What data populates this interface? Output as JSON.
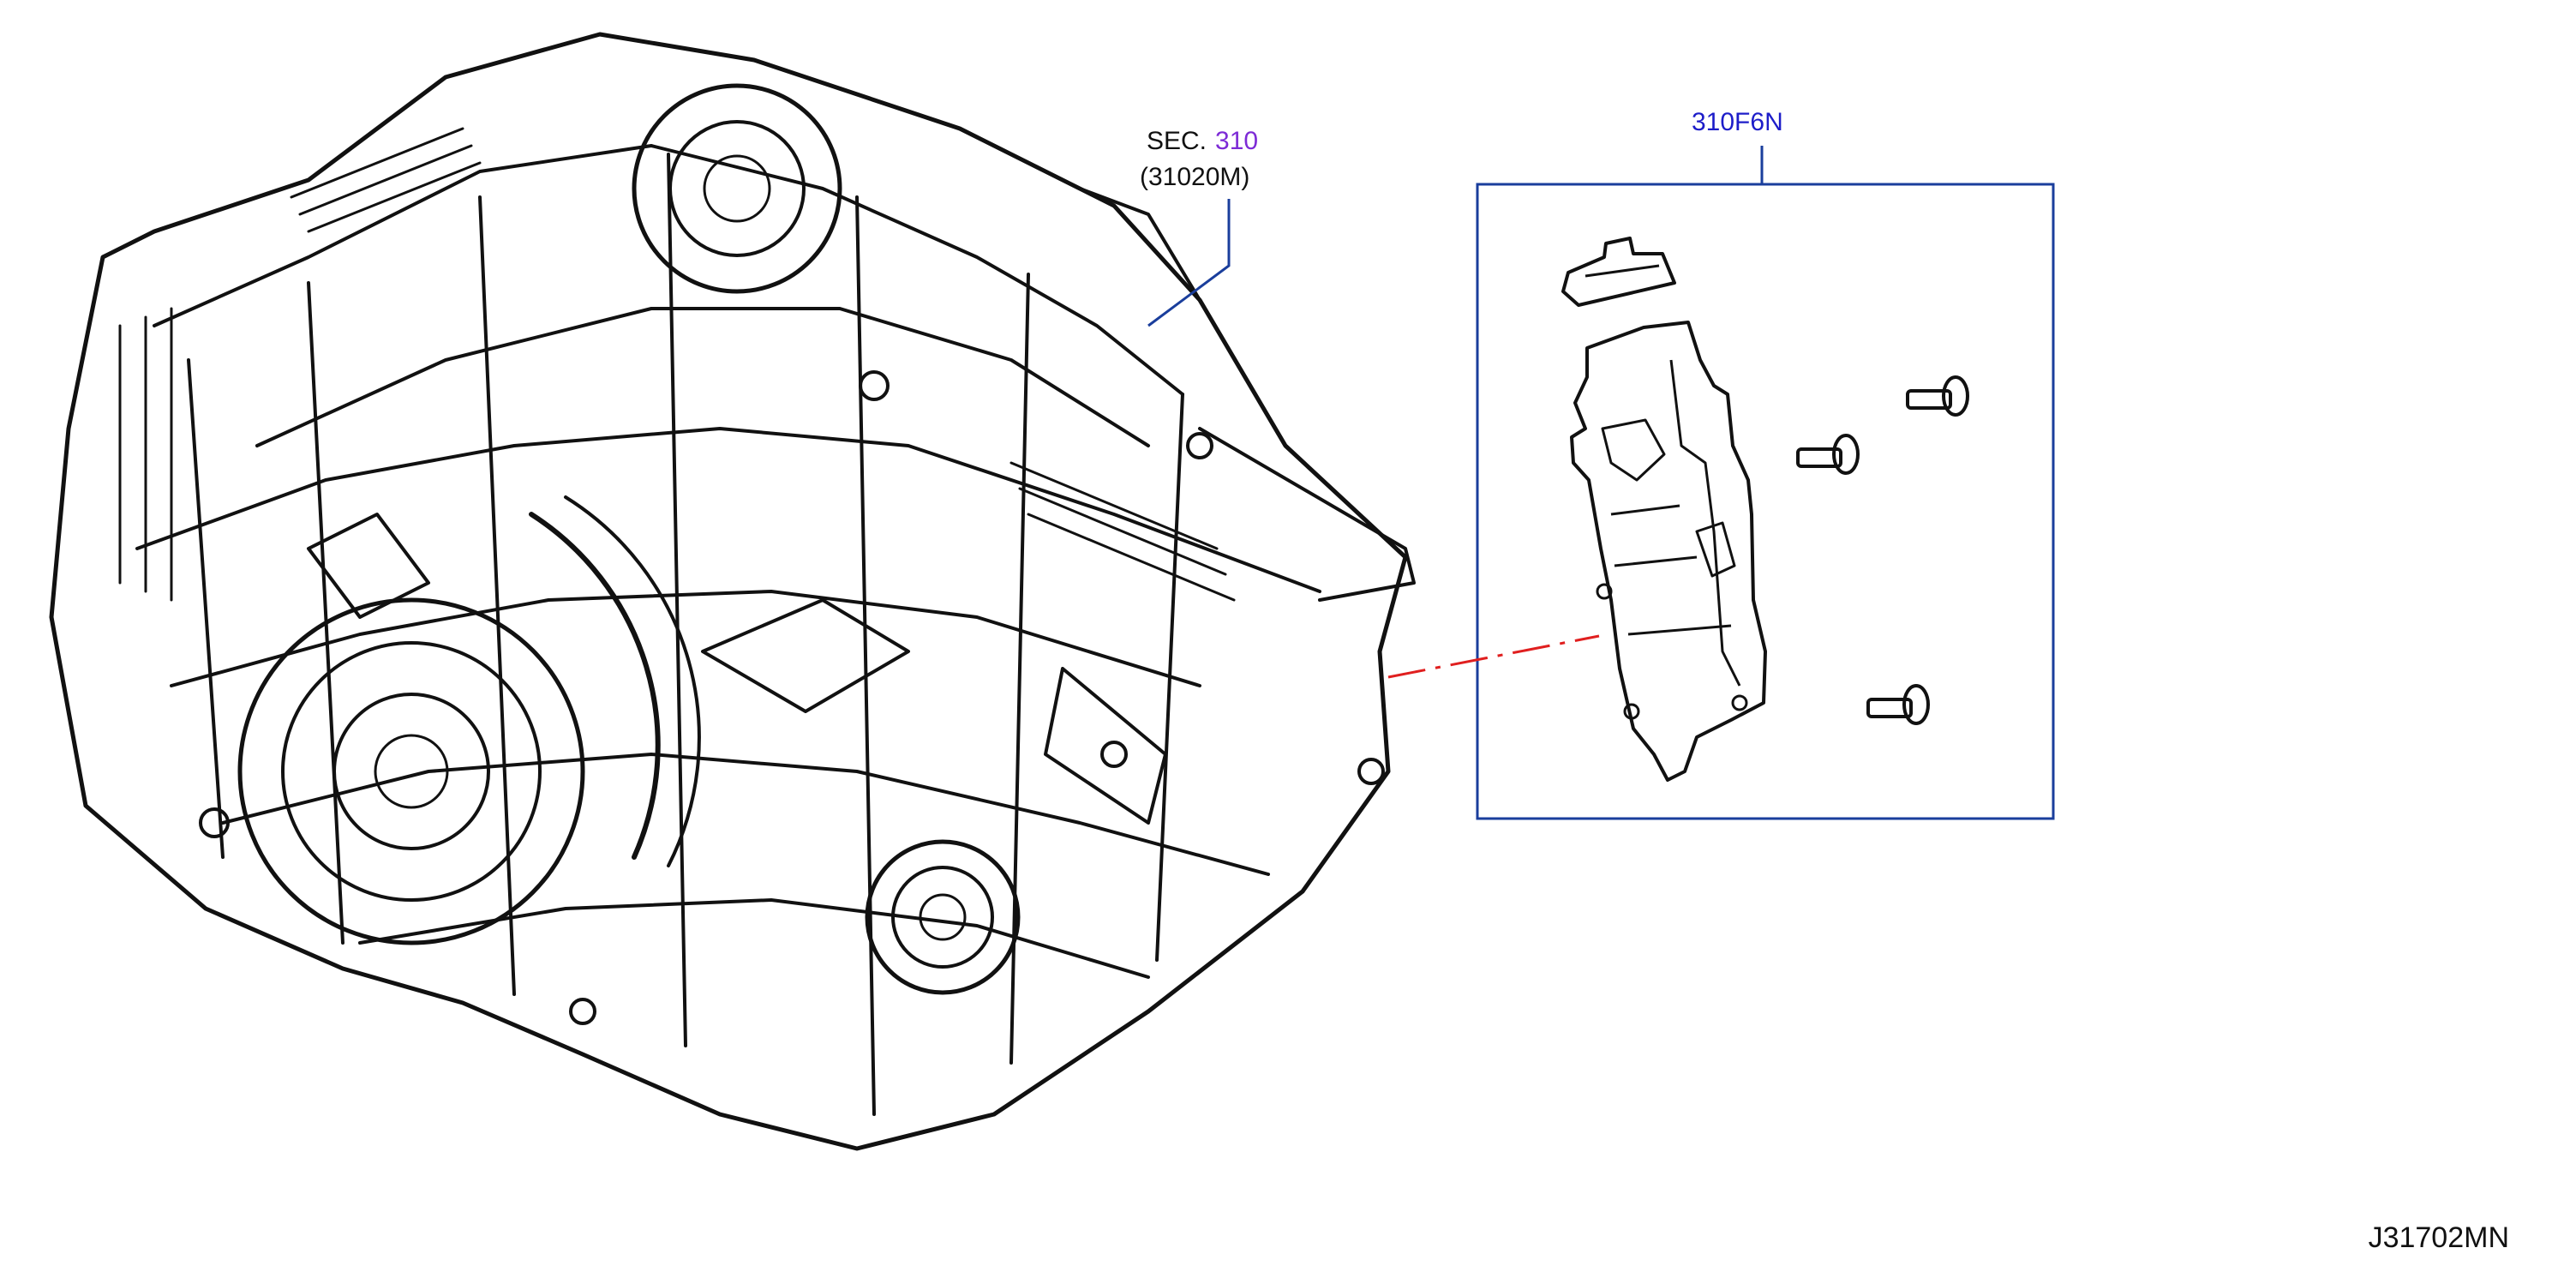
{
  "labels": {
    "sec_prefix": "SEC.",
    "sec_number": "310",
    "sec_sub": "(31020M)",
    "part_number": "310F6N",
    "diagram_id": "J31702MN"
  },
  "colors": {
    "line": "#111111",
    "leader": "#1a3e9c",
    "section_number": "#7d2bd6",
    "part_number": "#1d1dc9",
    "dash_dot": "#e01f1f"
  }
}
